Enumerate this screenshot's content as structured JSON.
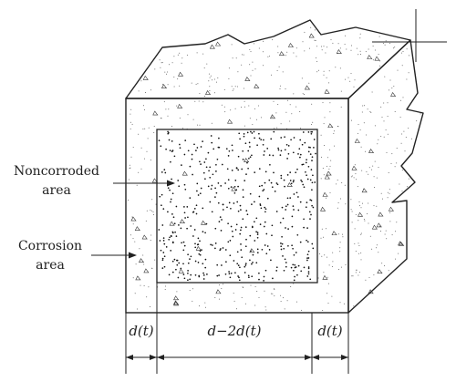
{
  "labels": {
    "noncorroded_line1": "Noncorroded",
    "noncorroded_line2": "area",
    "corrosion_line1": "Corrosion",
    "corrosion_line2": "area"
  },
  "dimensions": {
    "left": "d(t)",
    "middle": "d−2d(t)",
    "right": "d(t)"
  },
  "colors": {
    "stroke": "#222222",
    "concrete_dot": "#555555",
    "core_dot": "#111111"
  }
}
